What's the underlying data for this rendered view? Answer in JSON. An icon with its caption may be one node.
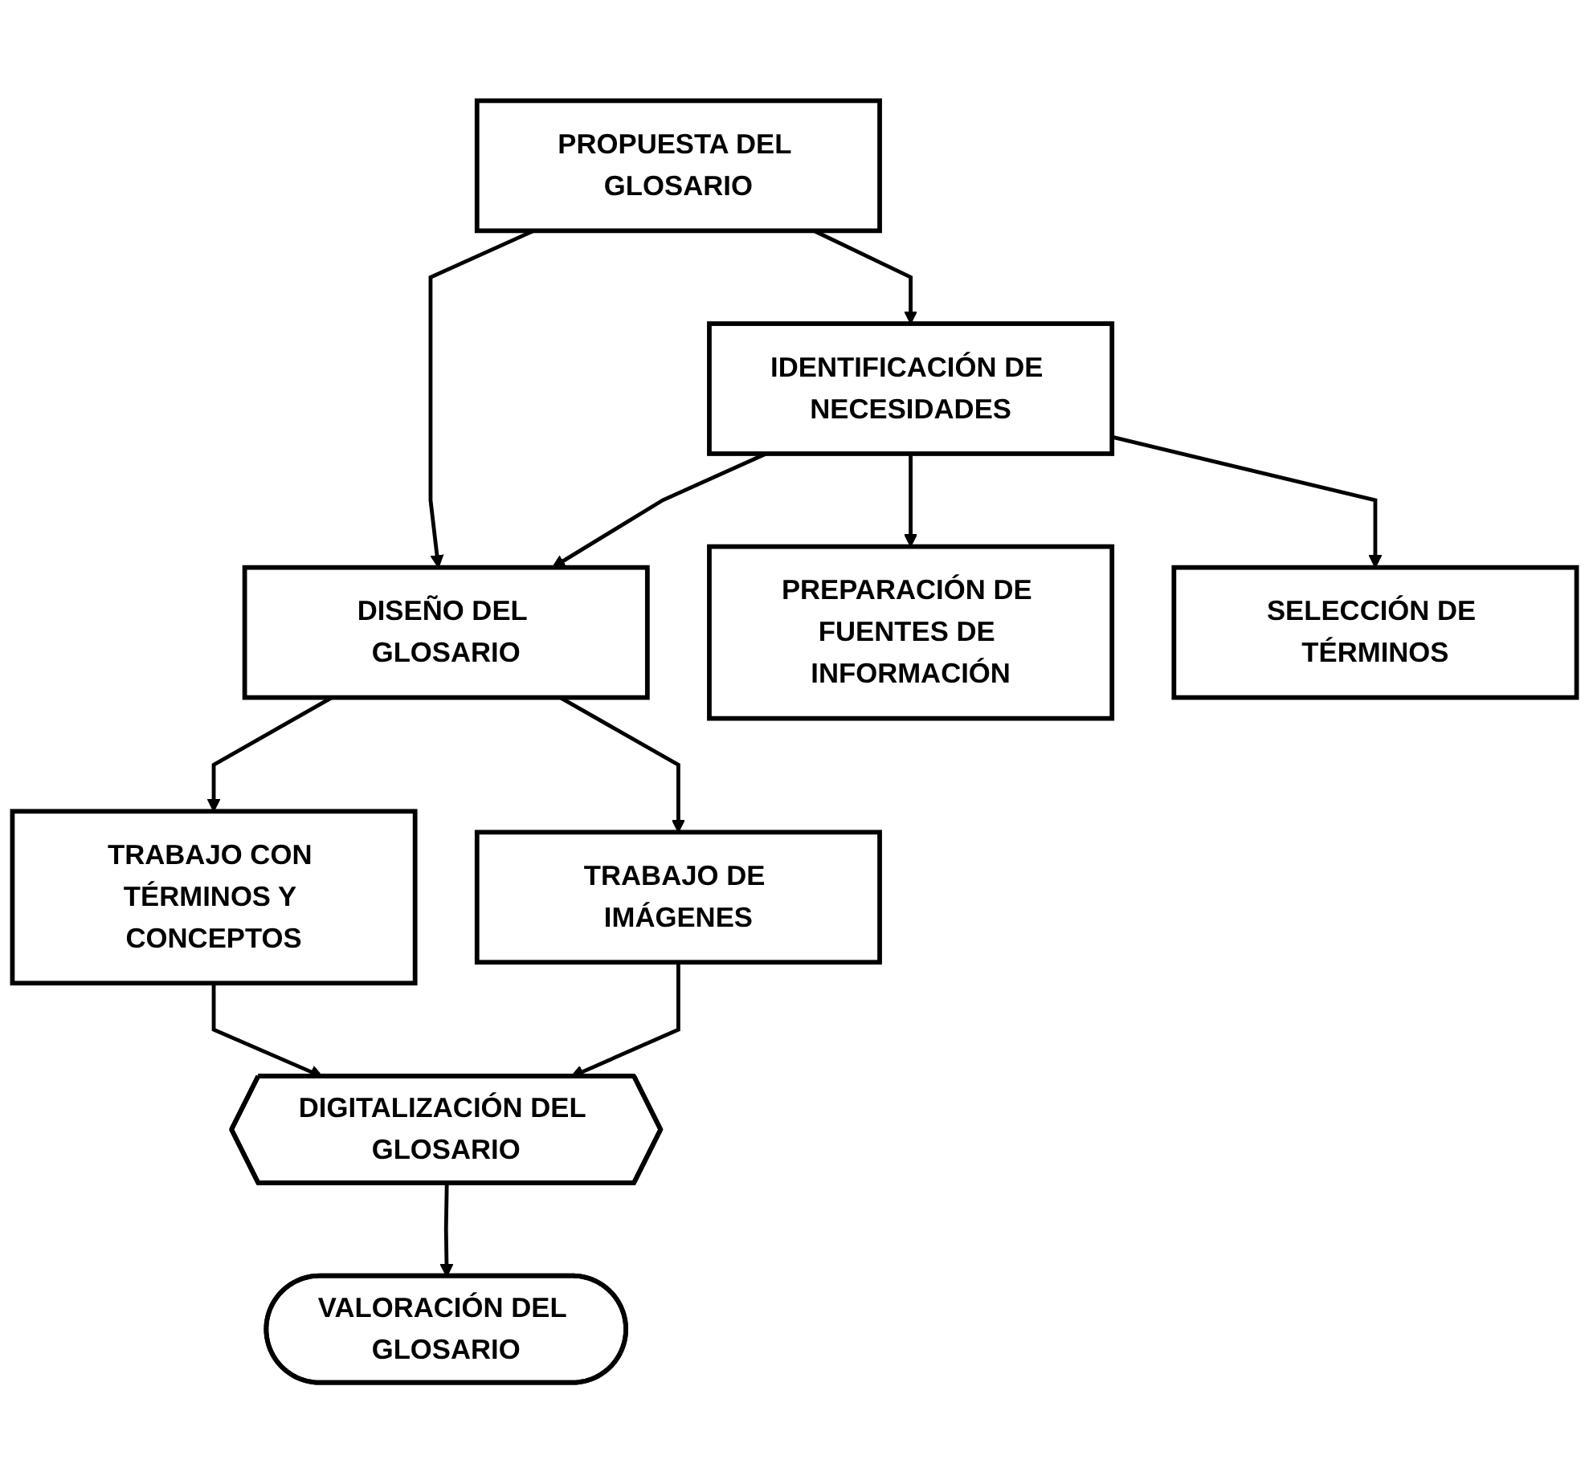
{
  "diagram": {
    "nodes": [
      {
        "text": [
          "PROPUESTA DEL GLOSARIO"
        ]
      },
      {
        "text": [
          "IDENTIFICACIÓN DE NECESIDADES"
        ]
      },
      {
        "text": [
          "DISEÑO DEL GLOSARIO"
        ]
      },
      {
        "text": [
          "PREPARACIÓN DE FUENTES DE INFORMACIÓN"
        ]
      },
      {
        "text": [
          "SELECCIÓN DE TÉRMINOS"
        ]
      },
      {
        "text": [
          "TRABAJO CON TÉRMINOS Y CONCEPTOS"
        ]
      },
      {
        "text": [
          "TRABAJO DE IMÁGENES"
        ]
      },
      {
        "text": [
          "DIGITALIZACIÓN DEL GLOSARIO"
        ]
      },
      {
        "text": [
          "VALORACIÓN DEL GLOSARIO"
        ]
      }
    ],
    "edges": [
      {
        "from": 0,
        "to": 1,
        "arrow": "to"
      },
      {
        "from": 0,
        "to": 2,
        "arrow": "to"
      },
      {
        "from": 1,
        "to": 2,
        "arrow": "to"
      },
      {
        "from": 1,
        "to": 3,
        "arrow": "to"
      },
      {
        "from": 1,
        "to": 4,
        "arrow": "to"
      },
      {
        "from": 2,
        "to": 5,
        "arrow": "to"
      },
      {
        "from": 2,
        "to": 6,
        "arrow": "to"
      },
      {
        "from": 5,
        "to": 7,
        "arrow": "to"
      },
      {
        "from": 6,
        "to": 7,
        "arrow": "to"
      },
      {
        "from": 7,
        "to": 8,
        "arrow": "to"
      }
    ]
  }
}
